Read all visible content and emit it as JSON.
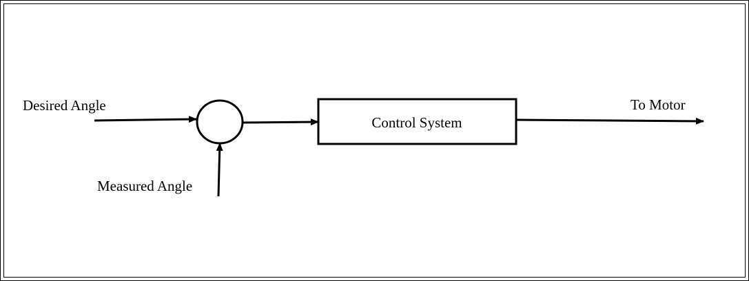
{
  "diagram": {
    "input_label": "Desired Angle",
    "feedback_label": "Measured Angle",
    "block_label": "Control System",
    "output_label": "To Motor"
  }
}
